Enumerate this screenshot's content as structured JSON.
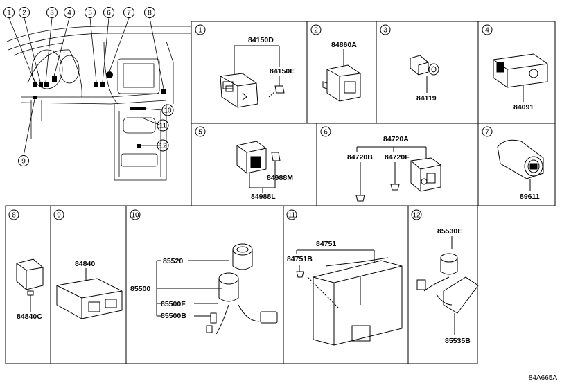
{
  "diagram": {
    "overview_callouts": [
      "1",
      "2",
      "3",
      "4",
      "5",
      "6",
      "7",
      "8",
      "9",
      "10",
      "11",
      "12"
    ],
    "cells": [
      {
        "num": "1",
        "parts": [
          "84150D",
          "84150E"
        ]
      },
      {
        "num": "2",
        "parts": [
          "84860A"
        ]
      },
      {
        "num": "3",
        "parts": [
          "84119"
        ]
      },
      {
        "num": "4",
        "parts": [
          "84091"
        ]
      },
      {
        "num": "5",
        "parts": [
          "84988M",
          "84988L"
        ]
      },
      {
        "num": "6",
        "parts": [
          "84720A",
          "84720B",
          "84720F"
        ]
      },
      {
        "num": "7",
        "parts": [
          "89611"
        ]
      },
      {
        "num": "8",
        "parts": [
          "84840C"
        ]
      },
      {
        "num": "9",
        "parts": [
          "84840"
        ]
      },
      {
        "num": "10",
        "parts": [
          "85520",
          "85500",
          "85500F",
          "85500B"
        ]
      },
      {
        "num": "11",
        "parts": [
          "84751",
          "84751B"
        ]
      },
      {
        "num": "12",
        "parts": [
          "85530E",
          "85535B"
        ]
      }
    ],
    "drawing_code": "84A665A"
  }
}
